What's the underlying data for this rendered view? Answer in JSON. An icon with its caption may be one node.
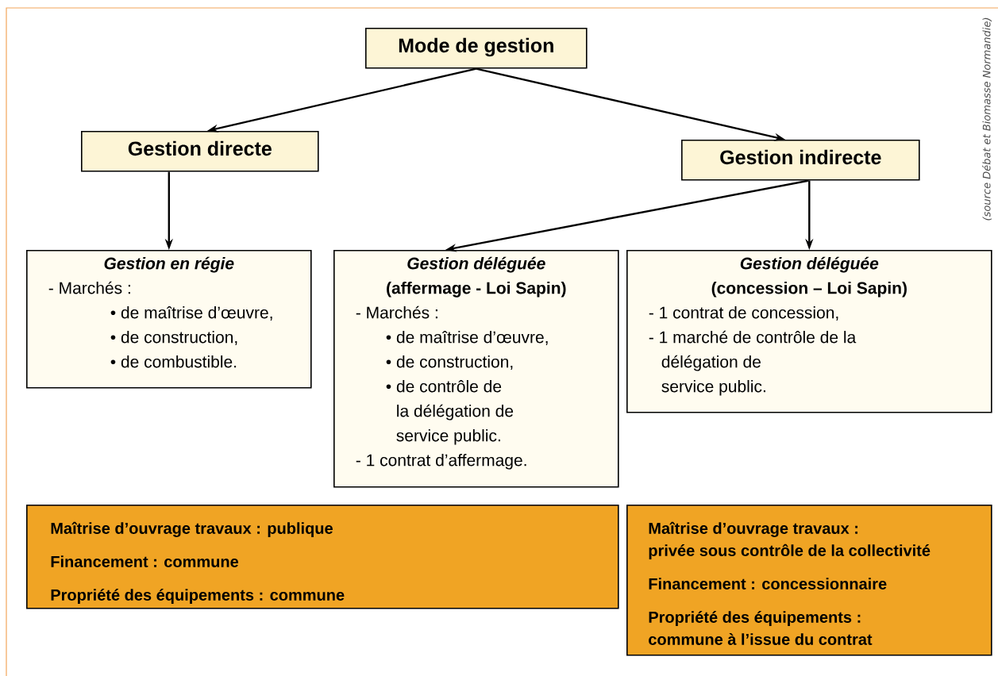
{
  "diagram": {
    "nodes": [
      {
        "text": [
          "Mode de gestion"
        ]
      },
      {
        "text": [
          "Gestion directe"
        ]
      },
      {
        "text": [
          "Gestion indirecte"
        ]
      },
      {
        "text": [
          "Gestion en régie",
          "- Marchés :",
          "• de maîtrise d’œuvre,",
          "• de construction,",
          "• de combustible."
        ]
      },
      {
        "text": [
          "Gestion déléguée",
          "(affermage  - Loi Sapin)",
          "- Marchés :",
          "• de maîtrise d’œuvre,",
          "• de construction,",
          "• de contrôle de la délégation de service public.",
          "- 1 contrat d’affermage."
        ]
      },
      {
        "text": [
          "Gestion déléguée",
          "(concession  – Loi Sapin)",
          "- 1 contrat de concession,",
          "- 1 marché de contrôle de la délégation de service public."
        ]
      },
      {
        "text": [
          "Maîtrise d’ouvrage travaux : publique",
          "Financement : commune",
          "Propriété des équipements : commune"
        ]
      },
      {
        "text": [
          "Maîtrise d’ouvrage travaux : privée sous contrôle de la collectivité",
          "Financement : concessionnaire",
          "Propriété des équipements : commune à l’issue du contrat"
        ]
      }
    ],
    "edges": [
      {
        "from": 0,
        "to": 1,
        "arrow": "to"
      },
      {
        "from": 0,
        "to": 2,
        "arrow": "to"
      },
      {
        "from": 1,
        "to": 3,
        "arrow": "to"
      },
      {
        "from": 2,
        "to": 4,
        "arrow": "to"
      },
      {
        "from": 2,
        "to": 5,
        "arrow": "to"
      }
    ],
    "labels": [
      "(source Débat et Biomasse Normandie)"
    ]
  }
}
